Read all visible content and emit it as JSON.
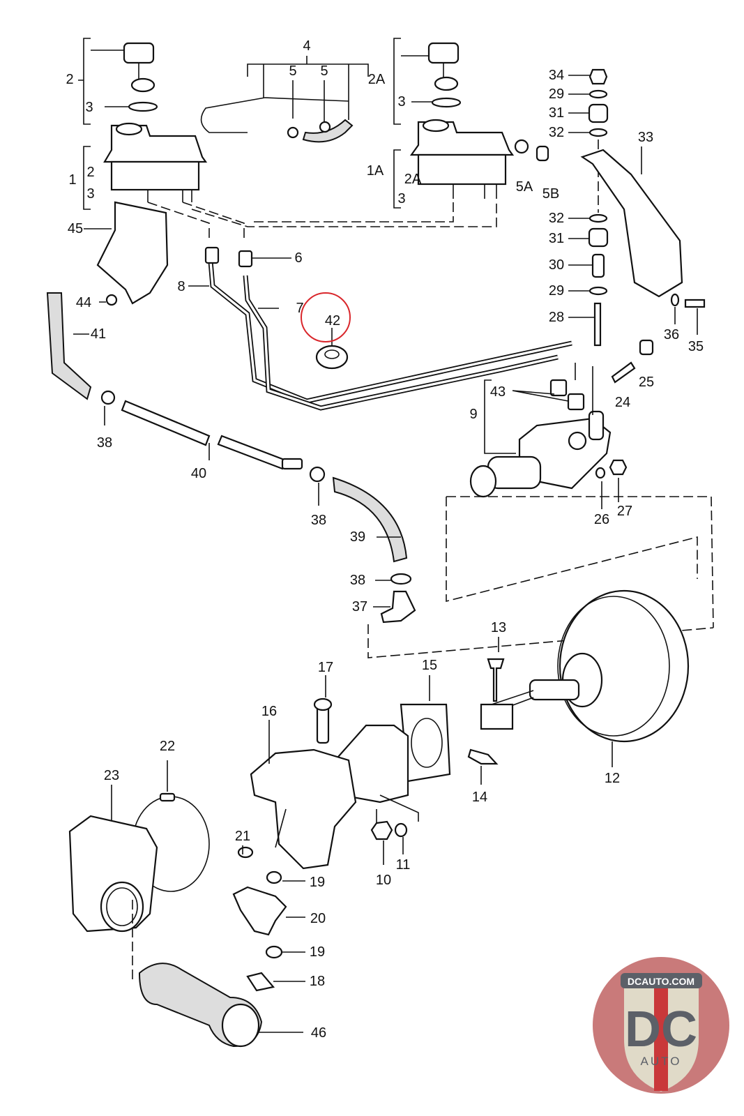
{
  "diagram": {
    "callouts": [
      "4",
      "2",
      "5",
      "5",
      "2A",
      "34",
      "29",
      "3",
      "3",
      "31",
      "32",
      "33",
      "1",
      "2",
      "3",
      "1A",
      "2A",
      "3",
      "5A",
      "5B",
      "32",
      "45",
      "31",
      "6",
      "30",
      "8",
      "29",
      "44",
      "7",
      "42",
      "28",
      "36",
      "35",
      "41",
      "43",
      "25",
      "24",
      "9",
      "38",
      "40",
      "26",
      "27",
      "38",
      "39",
      "38",
      "37",
      "13",
      "17",
      "15",
      "16",
      "22",
      "12",
      "23",
      "14",
      "11",
      "10",
      "21",
      "19",
      "20",
      "19",
      "18",
      "46"
    ],
    "highlighted_callout": "42",
    "highlight_color": "#d9262b"
  },
  "logo": {
    "top_text": "DCAUTO.COM",
    "main_text": "DC",
    "sub_text": "AUTO",
    "colors": {
      "ring": "#c97a7a",
      "shield": "#e0dac8",
      "letters": "#5c6068",
      "stripe": "#c9383a"
    }
  }
}
